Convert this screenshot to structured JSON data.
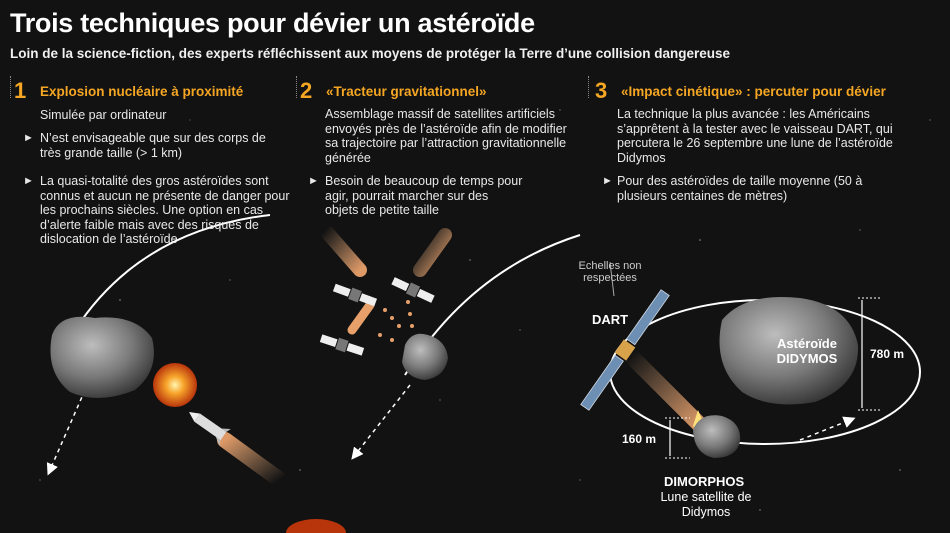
{
  "title": "Trois techniques pour dévier un astéroïde",
  "subtitle": "Loin de la science-fiction, des experts réfléchissent aux moyens de protéger la Terre d’une collision dangereuse",
  "colors": {
    "accent": "#f5a623",
    "background": "#111111"
  },
  "sections": [
    {
      "number": "1",
      "title": "Explosion nucléaire à proximité",
      "intro": "Simulée par ordinateur",
      "bullets": [
        "N’est envisageable que sur des corps de très grande taille (> 1 km)",
        "La quasi-totalité des gros astéroïdes sont connus et aucun ne présente de danger pour les prochains siècles. Une option en cas d’alerte faible mais avec des risques de dislocation de l’astéroïde"
      ]
    },
    {
      "number": "2",
      "title": "«Tracteur gravitationnel»",
      "intro": "Assemblage massif de satellites artificiels envoyés près de l’astéroïde afin de modifier sa trajectoire par l’attraction gravitationnelle générée",
      "bullets": [
        "Besoin de beaucoup de temps pour agir, pourrait marcher sur des objets de petite taille"
      ]
    },
    {
      "number": "3",
      "title": "«Impact cinétique» : percuter pour dévier",
      "intro": "La technique la plus avancée : les Américains s’apprêtent à la tester avec le vaisseau DART, qui percutera le 26 septembre une lune de l’astéroïde Didymos",
      "bullets": [
        "Pour des astéroïdes de taille moyenne (50 à plusieurs centaines de mètres)"
      ]
    }
  ],
  "diagram": {
    "scale_note": "Echelles non respectées",
    "dart_label": "DART",
    "didymos_label": "Astéroïde DIDYMOS",
    "didymos_size": "780 m",
    "dimorphos_size": "160 m",
    "dimorphos_label": "DIMORPHOS",
    "dimorphos_sub": "Lune satellite de Didymos"
  }
}
